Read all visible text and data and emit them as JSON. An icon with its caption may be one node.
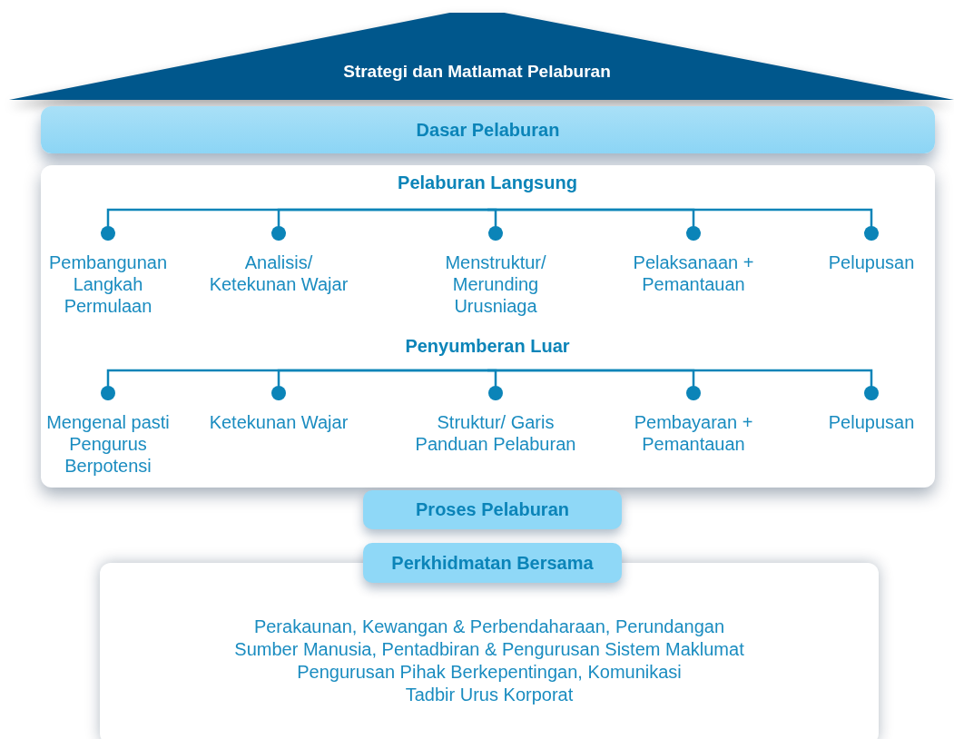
{
  "diagram": {
    "nodes": [
      {
        "text": [
          "Strategi dan Matlamat Pelaburan"
        ]
      },
      {
        "text": [
          "Dasar Pelaburan"
        ]
      },
      {
        "text": [],
        "shape": "box"
      },
      {
        "text": [
          "Pelaburan Langsung"
        ],
        "in": 2
      },
      {
        "text": [
          "Pembangunan Langkah Permulaan"
        ],
        "in": 2
      },
      {
        "text": [
          "Analisis/ Ketekunan Wajar"
        ],
        "in": 2
      },
      {
        "text": [
          "Menstruktur/ Merunding Urusniaga"
        ],
        "in": 2
      },
      {
        "text": [
          "Pelaksanaan + Pemantauan"
        ],
        "in": 2
      },
      {
        "text": [
          "Pelupusan"
        ],
        "in": 2
      },
      {
        "text": [
          "Penyumberan Luar"
        ],
        "in": 2
      },
      {
        "text": [
          "Mengenal pasti Pengurus Berpotensi"
        ],
        "in": 2
      },
      {
        "text": [
          "Ketekunan Wajar"
        ],
        "in": 2
      },
      {
        "text": [
          "Struktur/ Garis Panduan Pelaburan"
        ],
        "in": 2
      },
      {
        "text": [
          "Pembayaran + Pemantauan"
        ],
        "in": 2
      },
      {
        "text": [
          "Pelupusan"
        ],
        "in": 2
      },
      {
        "text": [
          "Proses Pelaburan"
        ]
      },
      {
        "text": [
          "Perkhidmatan Bersama"
        ]
      },
      {
        "text": [
          "Perakaunan, Kewangan & Perbendaharaan, Perundangan",
          "Sumber Manusia, Pentadbiran & Pengurusan Sistem Maklumat",
          "Pengurusan Pihak Berkepentingan, Komunikasi",
          "Tadbir Urus Korporat"
        ]
      }
    ],
    "edges": [
      {
        "from": 3,
        "to": 4,
        "arrow": "other"
      },
      {
        "from": 3,
        "to": 5,
        "arrow": "other"
      },
      {
        "from": 3,
        "to": 6,
        "arrow": "other"
      },
      {
        "from": 3,
        "to": 7,
        "arrow": "other"
      },
      {
        "from": 3,
        "to": 8,
        "arrow": "other"
      },
      {
        "from": 9,
        "to": 10,
        "arrow": "other"
      },
      {
        "from": 9,
        "to": 11,
        "arrow": "other"
      },
      {
        "from": 9,
        "to": 12,
        "arrow": "other"
      },
      {
        "from": 9,
        "to": 13,
        "arrow": "other"
      },
      {
        "from": 9,
        "to": 14,
        "arrow": "other"
      }
    ]
  }
}
